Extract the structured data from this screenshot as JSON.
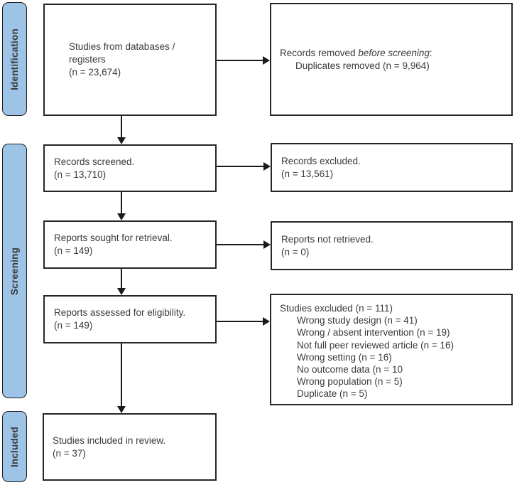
{
  "colors": {
    "stage_fill": "#9dc3e6",
    "stage_border": "#1d1d1b",
    "box_border": "#262626",
    "text": "#3a3a3a",
    "arrow": "#1a1a1a",
    "background": "#ffffff"
  },
  "stages": [
    {
      "label": "Identification"
    },
    {
      "label": "Screening"
    },
    {
      "label": "Included"
    }
  ],
  "left_column": [
    {
      "lines": [
        "Studies from databases /",
        "registers",
        "(n = 23,674)"
      ]
    },
    {
      "lines": [
        "Records screened.",
        "(n = 13,710)"
      ]
    },
    {
      "lines": [
        "Reports sought for retrieval.",
        "(n = 149)"
      ]
    },
    {
      "lines": [
        "Reports assessed for eligibility.",
        "(n = 149)"
      ]
    },
    {
      "lines": [
        "Studies included in review.",
        "(n = 37)"
      ]
    }
  ],
  "right_column": {
    "records_removed": {
      "prefix": "Records removed ",
      "emphasis": "before screening",
      "suffix": ":",
      "detail": "Duplicates removed (n = 9,964)"
    },
    "records_excluded": {
      "lines": [
        "Records excluded.",
        "(n = 13,561)"
      ]
    },
    "reports_not_retrieved": {
      "lines": [
        "Reports not retrieved.",
        "(n = 0)"
      ]
    },
    "studies_excluded": {
      "header": "Studies excluded (n = 111)",
      "reasons": [
        "Wrong study design (n = 41)",
        "Wrong / absent intervention (n = 19)",
        "Not full peer reviewed article (n = 16)",
        "Wrong setting (n = 16)",
        "No outcome data (n = 10",
        "Wrong population (n = 5)",
        "Duplicate (n = 5)"
      ]
    }
  }
}
